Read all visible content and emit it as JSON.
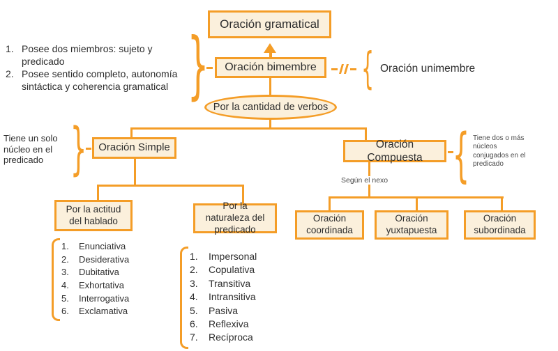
{
  "colors": {
    "accent": "#F49D27",
    "box_fill": "#FBF0DC",
    "text": "#2E2E2E",
    "small_note_text": "#4A4A4A"
  },
  "glyphs": {
    "brace_open": "{",
    "brace_close": "}"
  },
  "icons": {
    "link_symbol": "parallel-bars-icon",
    "arrow_up": "arrow-up-icon"
  },
  "nodes": {
    "root": "Oración gramatical",
    "bimembre": "Oración bimembre",
    "unimembre": "Oración unimembre",
    "criterion": "Por la cantidad de verbos",
    "simple": "Oración Simple",
    "compuesta": "Oración Compuesta",
    "actitud": "Por la actitud del hablado",
    "naturaleza": "Por la naturaleza del predicado",
    "coordinada": "Oración coordinada",
    "yuxtapuesta": "Oración yuxtapuesta",
    "subordinada": "Oración subordinada"
  },
  "notes": {
    "bimembre_items": [
      {
        "num": "1.",
        "text": "Posee dos miembros: sujeto y predicado"
      },
      {
        "num": "2.",
        "text": "Posee sentido completo, autonomía sintáctica y coherencia gramatical"
      }
    ],
    "simple": "Tiene un solo núcleo en el predicado",
    "compuesta": "Tiene dos o más núcleos conjugados en el predicado",
    "nexus": "Según el nexo"
  },
  "lists": {
    "actitud": {
      "items": [
        {
          "num": "1.",
          "text": "Enunciativa"
        },
        {
          "num": "2.",
          "text": "Desiderativa"
        },
        {
          "num": "3.",
          "text": "Dubitativa"
        },
        {
          "num": "4.",
          "text": "Exhortativa"
        },
        {
          "num": "5.",
          "text": "Interrogativa"
        },
        {
          "num": "6.",
          "text": "Exclamativa"
        }
      ]
    },
    "naturaleza": {
      "items": [
        {
          "num": "1.",
          "text": "Impersonal"
        },
        {
          "num": "2.",
          "text": "Copulativa"
        },
        {
          "num": "3.",
          "text": "Transitiva"
        },
        {
          "num": "4.",
          "text": "Intransitiva"
        },
        {
          "num": "5.",
          "text": "Pasiva"
        },
        {
          "num": "6.",
          "text": "Reflexiva"
        },
        {
          "num": "7.",
          "text": "Recíproca"
        }
      ]
    }
  }
}
